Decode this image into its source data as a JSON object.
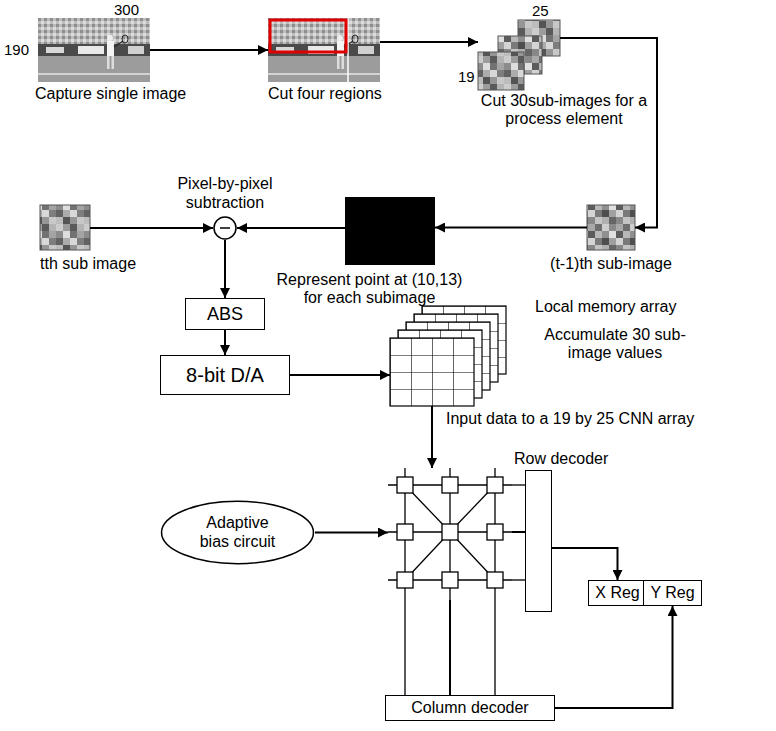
{
  "diagram": {
    "nodes": [
      {
        "text": [
          "Capture single image"
        ]
      },
      {
        "text": [
          "Cut four regions"
        ]
      },
      {
        "text": [
          "Cut 30sub-images for a process element"
        ]
      },
      {
        "text": [
          "Pixel-by-pixel subtraction"
        ]
      },
      {
        "text": [
          "tth sub image"
        ]
      },
      {
        "text": [
          "Represent point at (10,13) for each subimage"
        ]
      },
      {
        "text": [
          "(t-1)th sub-image"
        ]
      },
      {
        "text": [
          "ABS"
        ]
      },
      {
        "text": [
          "8-bit D/A"
        ]
      },
      {
        "text": [
          "Local memory array",
          "Accumulate 30 sub-image values"
        ]
      },
      {
        "text": []
      },
      {
        "text": [
          "Adaptive bias circuit"
        ]
      },
      {
        "text": [
          "Row decoder"
        ]
      },
      {
        "text": [
          "X Reg"
        ]
      },
      {
        "text": [
          "Y Reg"
        ]
      },
      {
        "text": [
          "Column decoder"
        ]
      }
    ],
    "edges": [
      {
        "from": 0,
        "to": 1,
        "arrow": "to"
      },
      {
        "from": 1,
        "to": 2,
        "arrow": "to"
      },
      {
        "from": 2,
        "to": 6,
        "arrow": "to"
      },
      {
        "from": 4,
        "to": 3,
        "arrow": "to"
      },
      {
        "from": 5,
        "to": 3,
        "arrow": "to"
      },
      {
        "from": 6,
        "to": 5,
        "arrow": "to"
      },
      {
        "from": 3,
        "to": 7,
        "arrow": "to"
      },
      {
        "from": 7,
        "to": 8,
        "arrow": "to"
      },
      {
        "from": 8,
        "to": 9,
        "arrow": "to"
      },
      {
        "from": 9,
        "to": 10,
        "arrow": "to",
        "label": "Input data to a 19 by 25 CNN array"
      },
      {
        "from": 11,
        "to": 10,
        "arrow": "to"
      },
      {
        "from": 10,
        "to": 12,
        "arrow": "none"
      },
      {
        "from": 10,
        "to": 15,
        "arrow": "none"
      },
      {
        "from": 12,
        "to": 13,
        "arrow": "to"
      },
      {
        "from": 15,
        "to": 14,
        "arrow": "to"
      }
    ],
    "labels": [
      "300",
      "190",
      "25",
      "19"
    ]
  }
}
